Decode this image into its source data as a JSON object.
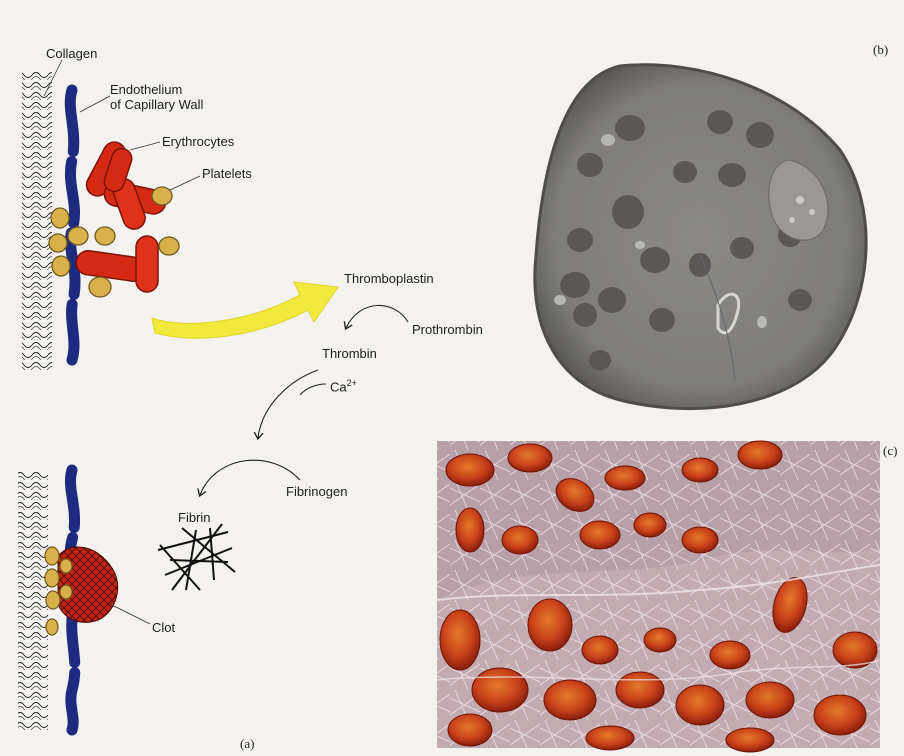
{
  "panel_a": {
    "tag": "(a)",
    "labels": {
      "collagen": "Collagen",
      "endothelium_line1": "Endothelium",
      "endothelium_line2": "of Capillary Wall",
      "erythrocytes": "Erythrocytes",
      "platelets": "Platelets",
      "clot": "Clot"
    },
    "pathway": {
      "thromboplastin": "Thromboplastin",
      "prothrombin": "Prothrombin",
      "thrombin": "Thrombin",
      "calcium": "Ca",
      "calcium_charge": "2+",
      "fibrinogen": "Fibrinogen",
      "fibrin": "Fibrin"
    }
  },
  "panel_b": {
    "tag": "(b)",
    "image": "transmission electron micrograph of a platelet"
  },
  "panel_c": {
    "tag": "(c)",
    "image": "scanning electron micrograph of red blood cells trapped in fibrin mesh"
  },
  "colors": {
    "endothelium": "#1c2a80",
    "erythrocyte": "#d42a14",
    "platelet": "#d8b14a",
    "arrow": "#f1ea3c",
    "micrograph_bg": "#8f8e8c",
    "sem_bg": "#b8a0a8"
  }
}
